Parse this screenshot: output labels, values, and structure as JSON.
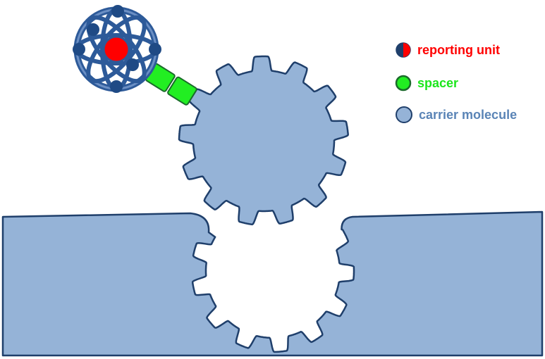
{
  "legend": {
    "items": [
      {
        "key": "reporting",
        "label": "reporting unit",
        "text_color": "#ff0000"
      },
      {
        "key": "spacer",
        "label": "spacer",
        "text_color": "#1ce61c"
      },
      {
        "key": "carrier",
        "label": "carrier molecule",
        "text_color": "#5a84b6"
      }
    ]
  },
  "colors": {
    "carrier_fill": "#95b3d7",
    "outline": "#1f3f6b",
    "sphere_frame": "#2d5a99",
    "sphere_node": "#1f4a85",
    "reporting_core": "#ff0000",
    "spacer_fill": "#22ee22",
    "spacer_stroke": "#1a6b2a"
  },
  "diagram": {
    "carrier_gear_teeth": 13,
    "socket_teeth": 13
  }
}
